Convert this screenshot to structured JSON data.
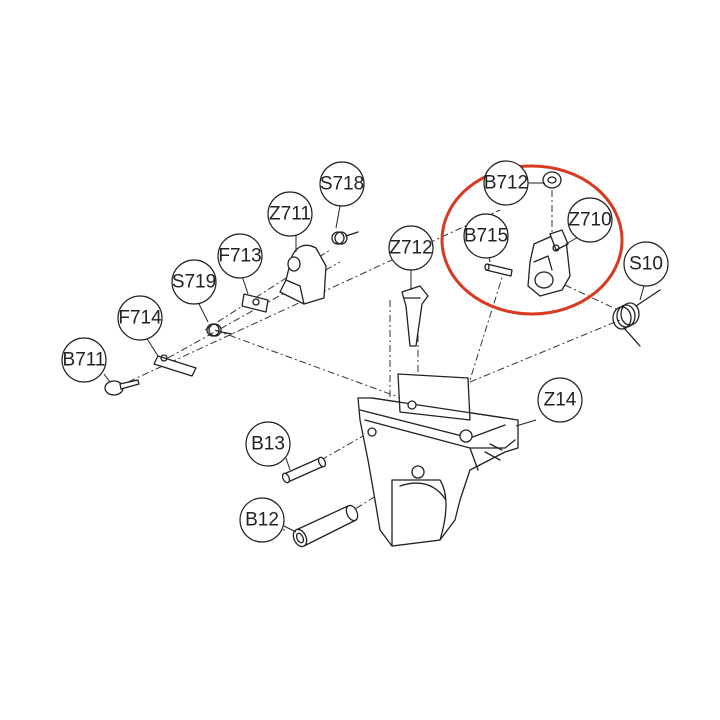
{
  "parts": [
    {
      "id": "b712",
      "label": "B712"
    },
    {
      "id": "b715",
      "label": "B715"
    },
    {
      "id": "z710",
      "label": "Z710"
    },
    {
      "id": "s10",
      "label": "S10"
    },
    {
      "id": "s718",
      "label": "S718"
    },
    {
      "id": "z711",
      "label": "Z711"
    },
    {
      "id": "f713",
      "label": "F713"
    },
    {
      "id": "s719",
      "label": "S719"
    },
    {
      "id": "f714",
      "label": "F714"
    },
    {
      "id": "b711",
      "label": "B711"
    },
    {
      "id": "z712",
      "label": "Z712"
    },
    {
      "id": "z14",
      "label": "Z14"
    },
    {
      "id": "b13",
      "label": "B13"
    },
    {
      "id": "b12",
      "label": "B12"
    }
  ],
  "highlight": {
    "color": "#d93a1f"
  }
}
